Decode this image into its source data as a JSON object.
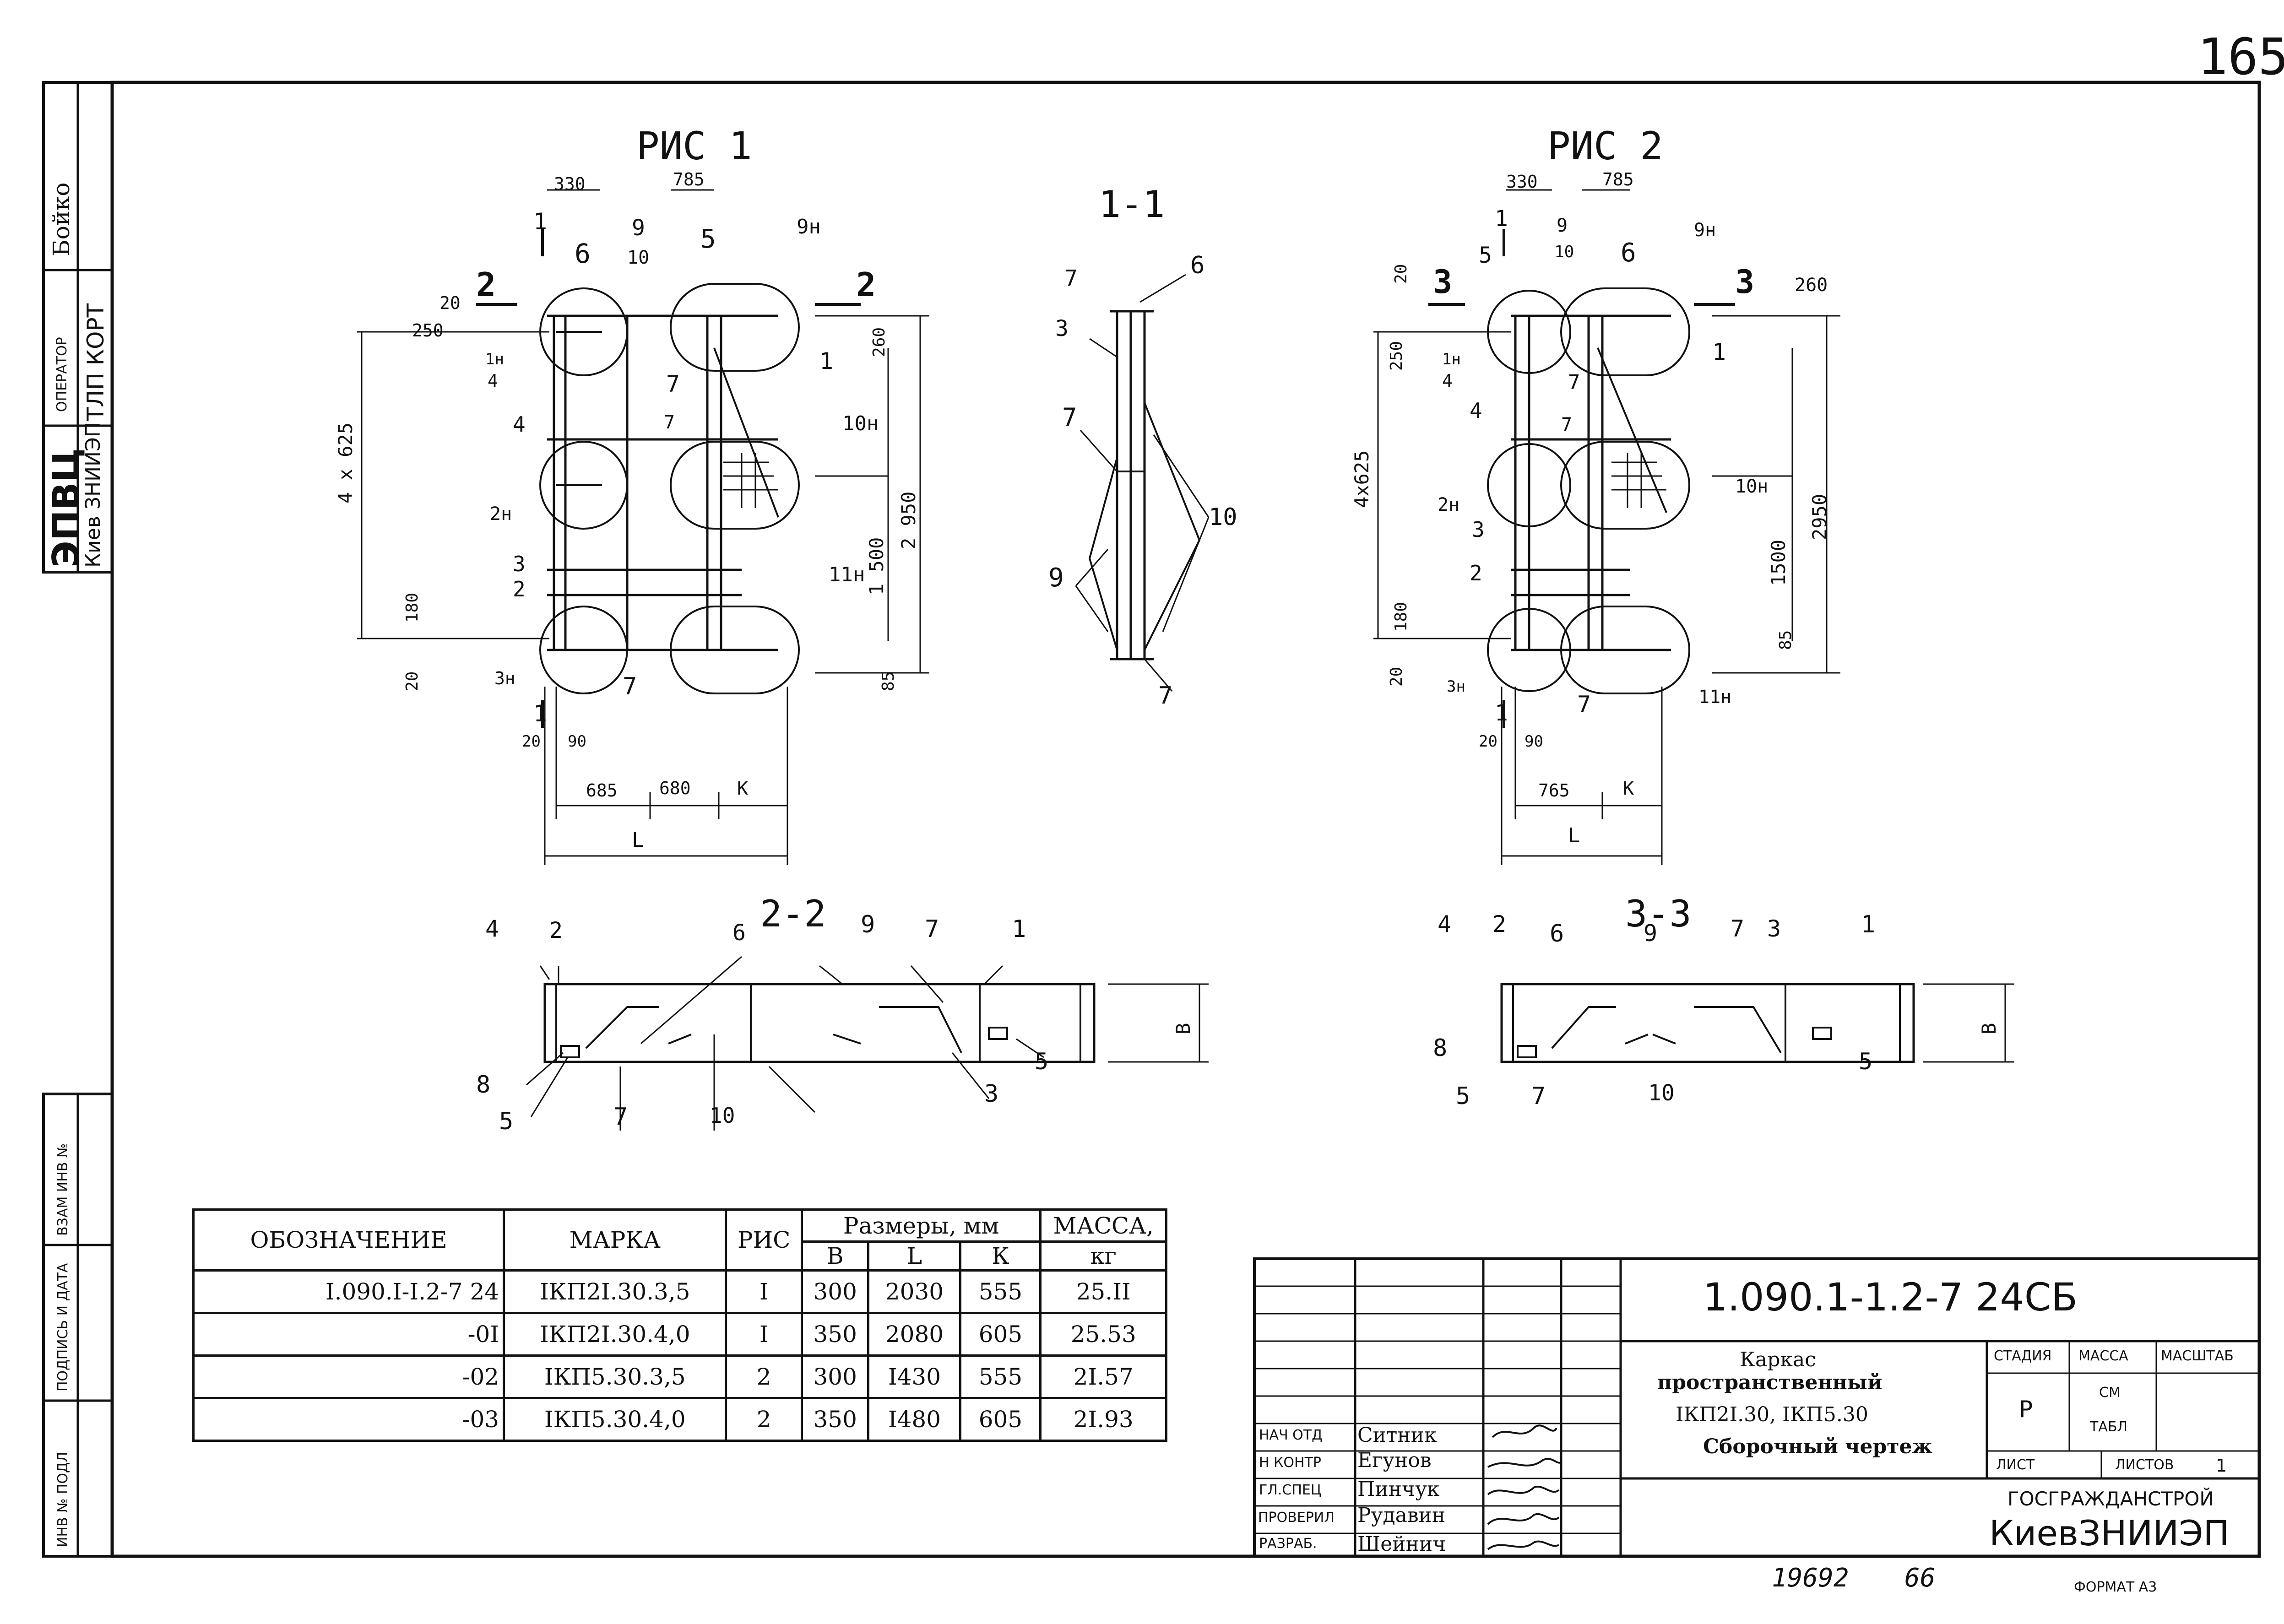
{
  "page_number": "165",
  "side_stamp": {
    "org": "ЭПВЦ",
    "org_sub": "Киев ЗНИИЭП",
    "operator_label": "ОПЕРАТОР",
    "operator_dept": "ТЛП КОРТ",
    "operator_name": "Бойко"
  },
  "side_columns": {
    "inv_orig": "ИНВ № ПОДЛ",
    "sign_date": "ПОДПИСЬ И ДАТА",
    "inv_replace": "ВЗАМ ИНВ №"
  },
  "figures": {
    "fig1_title": "РИС 1",
    "fig2_title": "РИС 2",
    "section_1_1": "1-1",
    "section_2_2": "2-2",
    "section_3_3": "3-3",
    "fig1_labels": {
      "d330": "330",
      "d785": "785",
      "d250": "250",
      "d20a": "20",
      "d4x625": "4 x 625",
      "d2950": "2 950",
      "d1500": "1 500",
      "d260": "260",
      "d180": "180",
      "d20b": "20",
      "d85": "85",
      "d90": "90",
      "d20c": "20",
      "d685": "685",
      "d680": "680",
      "dK": "K",
      "dL": "L",
      "p6": "6",
      "p5": "5",
      "p9": "9",
      "p10": "10",
      "p9n": "9н",
      "p1": "1",
      "p1n": "1н",
      "p4a": "4",
      "p7a": "7",
      "p7b": "7",
      "p10n": "10н",
      "p4b": "4",
      "p2n": "2н",
      "p3": "3",
      "p2": "2",
      "p3n": "3н",
      "p7c": "7",
      "p11n": "11н",
      "cut2": "2",
      "cut2b": "2",
      "cut1": "1",
      "cut1b": "1"
    },
    "fig2_labels": {
      "d330": "330",
      "d785": "785",
      "d20a": "20",
      "d260": "260",
      "d250": "250",
      "d4x625": "4x625",
      "d2950": "2950",
      "d1500": "1500",
      "d180": "180",
      "d85": "85",
      "d20b": "20",
      "d90": "90",
      "d20c": "20",
      "d765": "765",
      "dK": "K",
      "dL": "L",
      "p5": "5",
      "p9": "9",
      "p10": "10",
      "p6": "6",
      "p9n": "9н",
      "p1": "1",
      "p1n": "1н",
      "p4a": "4",
      "p7a": "7",
      "p4b": "4",
      "p7b": "7",
      "p10n": "10н",
      "p2n": "2н",
      "p3": "3",
      "p2": "2",
      "p3n": "3н",
      "p7c": "7",
      "p11n": "11н",
      "cut3": "3",
      "cut3b": "3",
      "cut1": "1",
      "cut1b": "1"
    },
    "sec11_labels": {
      "p7a": "7",
      "p6": "6",
      "p3": "3",
      "p7b": "7",
      "p10": "10",
      "p9": "9",
      "p7c": "7"
    },
    "sec22_labels": {
      "p4": "4",
      "p2": "2",
      "p6": "6",
      "p9": "9",
      "p7": "7",
      "p1": "1",
      "p8": "8",
      "p5a": "5",
      "p7b": "7",
      "p10": "10",
      "p3": "3",
      "p5b": "5",
      "dB": "В"
    },
    "sec33_labels": {
      "p4": "4",
      "p2": "2",
      "p6": "6",
      "p9": "9",
      "p7": "7",
      "p3": "3",
      "p1": "1",
      "p8": "8",
      "p5a": "5",
      "p7b": "7",
      "p10": "10",
      "p5b": "5",
      "dB": "В"
    }
  },
  "spec_table": {
    "headers": {
      "designation": "ОБОЗНАЧЕНИЕ",
      "mark": "МАРКА",
      "fig": "РИС",
      "sizes": "Размеры, мм",
      "mass": "МАССА,",
      "mass_unit": "кг",
      "b": "В",
      "l": "L",
      "k": "К"
    },
    "rows": [
      {
        "designation": "I.090.I-I.2-7 24",
        "mark": "IКП2I.30.3,5",
        "fig": "I",
        "b": "300",
        "l": "2030",
        "k": "555",
        "mass": "25.II"
      },
      {
        "designation": "-0I",
        "mark": "IКП2I.30.4,0",
        "fig": "I",
        "b": "350",
        "l": "2080",
        "k": "605",
        "mass": "25.53"
      },
      {
        "designation": "-02",
        "mark": "IКП5.30.3,5",
        "fig": "2",
        "b": "300",
        "l": "I430",
        "k": "555",
        "mass": "2I.57"
      },
      {
        "designation": "-03",
        "mark": "IКП5.30.4,0",
        "fig": "2",
        "b": "350",
        "l": "I480",
        "k": "605",
        "mass": "2I.93"
      }
    ]
  },
  "title_block": {
    "doc_code": "1.090.1-1.2-7 24СБ",
    "title_line1": "Каркас",
    "title_line2": "пространственный",
    "title_line3": "IКП2I.30, IКП5.30",
    "title_line4": "Сборочный  чертеж",
    "stage_label": "СТАДИЯ",
    "mass_label": "МАССА",
    "scale_label": "МАСШТАБ",
    "stage_value": "Р",
    "mass_value1": "СМ",
    "mass_value2": "ТАБЛ",
    "sheet_label": "ЛИСТ",
    "sheets_label": "ЛИСТОВ",
    "sheets_value": "1",
    "org1": "ГОСГРАЖДАНСТРОЙ",
    "org2": "КиевЗНИИЭП",
    "roles": [
      {
        "role": "НАЧ ОТД",
        "name": "Ситник"
      },
      {
        "role": "Н КОНТР",
        "name": "Егунов"
      },
      {
        "role": "ГЛ.СПЕЦ",
        "name": "Пинчук"
      },
      {
        "role": "ПРОВЕРИЛ",
        "name": "Рудавин"
      },
      {
        "role": "РАЗРАБ.",
        "name": "Шейнич"
      }
    ]
  },
  "footer": {
    "number": "19692",
    "number2": "66",
    "format": "ФОРМАТ А3"
  }
}
